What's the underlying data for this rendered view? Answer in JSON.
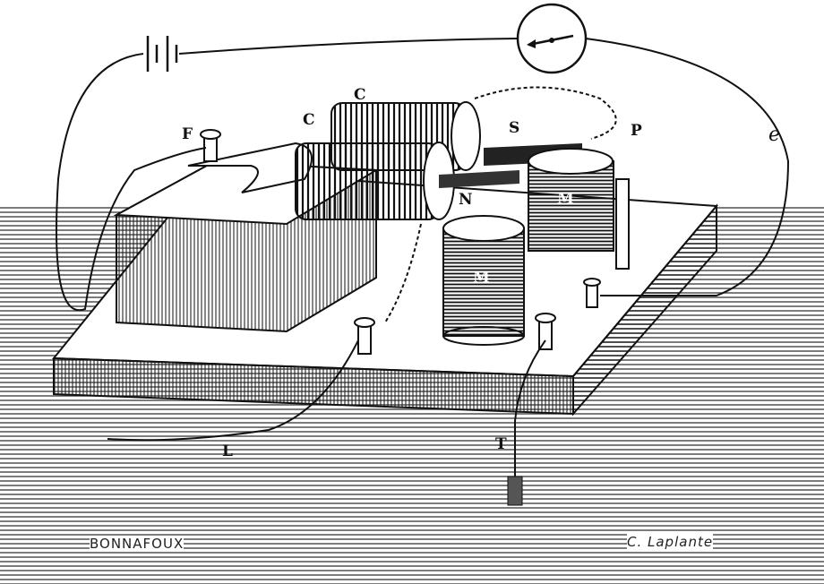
{
  "labels": {
    "F": "F",
    "C1": "C",
    "C2": "C",
    "S": "S",
    "P": "P",
    "e": "e",
    "N": "N",
    "M1": "M",
    "M2": "M",
    "L": "L",
    "T": "T"
  },
  "signatures": {
    "engraver": "BONNAFOUX",
    "artist": "C. Laplante"
  },
  "colors": {
    "ink": "#111111",
    "paper": "#ffffff"
  }
}
